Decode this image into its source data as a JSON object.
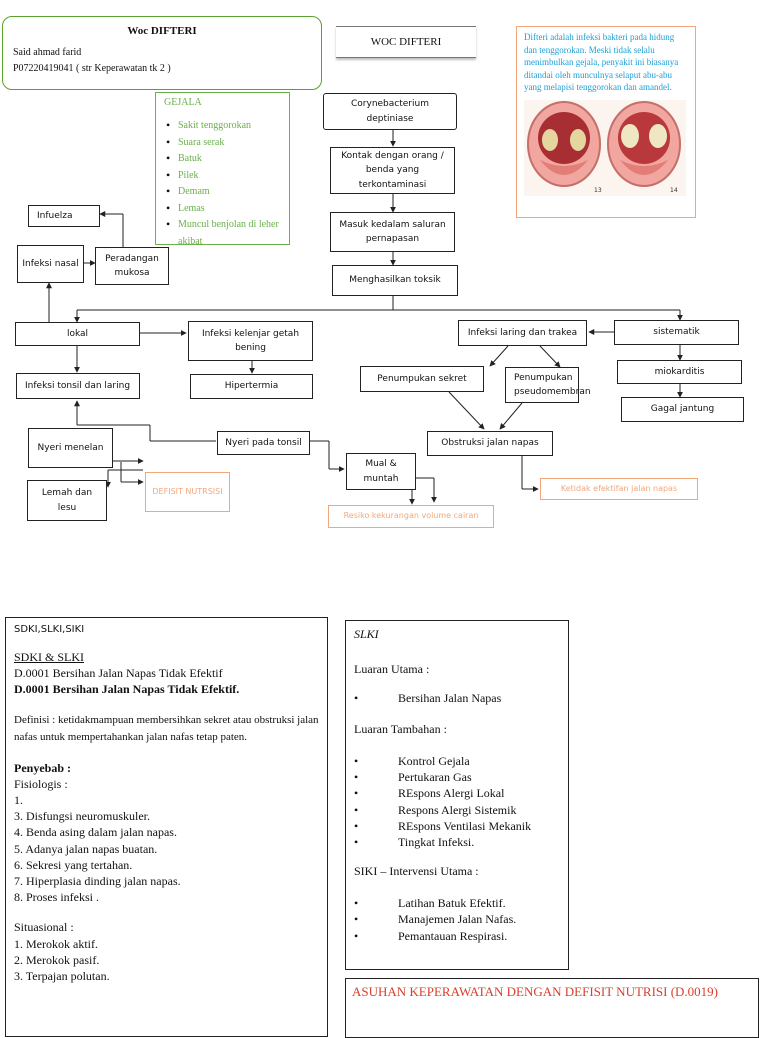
{
  "header": {
    "title": "Woc DIFTERI",
    "author": "Said ahmad farid",
    "nim": "P07220419041 ( str Keperawatan tk 2 )"
  },
  "woc_title": "WOC DIFTERI",
  "gejala": {
    "title": "GEJALA",
    "items": [
      "Sakit tenggorokan",
      "Suara serak",
      "Batuk",
      "Pilek",
      "Demam",
      "Lemas",
      "Muncul benjolan di leher akibat"
    ]
  },
  "info": {
    "text": "Difteri adalah infeksi bakteri pada hidung dan tenggorokan. Meski tidak selalu menimbulkan gejala, penyakit ini biasanya ditandai oleh munculnya selaput abu-abu yang melapisi tenggorokan dan amandel.",
    "img_label_left": "13",
    "img_label_right": "14"
  },
  "nodes": {
    "corynebacterium": "Corynebacterium deptiniase",
    "kontak": "Kontak dengan orang / benda yang terkontaminasi",
    "masuk": "Masuk kedalam saluran pernapasan",
    "toksik": "Menghasilkan toksik",
    "infuelza": "Infuelza",
    "infeksi_nasal": "Infeksi nasal",
    "peradangan": "Peradangan mukosa",
    "lokal": "lokal",
    "kelenjar": "Infeksi kelenjar getah bening",
    "laring_trakea": "Infeksi laring dan trakea",
    "sistematik": "sistematik",
    "tonsil_laring": "Infeksi tonsil dan laring",
    "hipertermia": "Hipertermia",
    "sekret": "Penumpukan sekret",
    "pseudo": "Penumpukan pseudomembran",
    "miokarditis": "miokarditis",
    "gagal": "Gagal jantung",
    "nyeri_menelan": "Nyeri menelan",
    "nyeri_tonsil": "Nyeri pada tonsil",
    "obstruksi": "Obstruksi jalan napas",
    "defisit": "DEFISIT NUTRSISI",
    "mual": "Mual & muntah",
    "lemah": "Lemah dan lesu",
    "ketidak": "Ketidak efektifan jalan napas",
    "resiko": "Resiko kekurangan volume cairan"
  },
  "sdki": {
    "header": "SDKI,SLKI,SIKI",
    "subhead": "SDKI & SLKI",
    "code1": "D.0001 Bersihan Jalan Napas Tidak Efektif",
    "code2": "D.0001 Bersihan Jalan Napas Tidak Efektif.",
    "definisi": "Definisi : ketidakmampuan membersihkan sekret atau obstruksi jalan nafas untuk mempertahankan jalan nafas tetap paten.",
    "penyebab": "Penyebab :",
    "fisiologis": "Fisiologis :",
    "fis_items": [
      "1.",
      "3. Disfungsi neuromuskuler.",
      "4. Benda asing dalam jalan napas.",
      "5. Adanya jalan napas buatan.",
      "6. Sekresi yang tertahan.",
      "7. Hiperplasia dinding jalan napas.",
      "8. Proses infeksi ."
    ],
    "situasional": "Situasional :",
    "sit_items": [
      "1. Merokok aktif.",
      "2. Merokok pasif.",
      "3. Terpajan polutan."
    ]
  },
  "slki": {
    "title": "SLKI",
    "luaran_utama": "Luaran Utama :",
    "utama_items": [
      "Bersihan Jalan Napas"
    ],
    "luaran_tambahan": "Luaran Tambahan :",
    "tambahan_items": [
      "Kontrol Gejala",
      "Pertukaran Gas",
      "REspons Alergi Lokal",
      "Respons Alergi Sistemik",
      "REspons Ventilasi Mekanik",
      "Tingkat Infeksi."
    ],
    "siki": "SIKI – Intervensi Utama :",
    "siki_items": [
      "Latihan Batuk Efektif.",
      "Manajemen Jalan Nafas.",
      "Pemantauan Respirasi."
    ]
  },
  "asuhan": {
    "title": "ASUHAN KEPERAWATAN DENGAN DEFISIT NUTRISI (D.0019)"
  },
  "colors": {
    "green": "#6ab04c",
    "orange": "#f2a77a",
    "blue": "#1a9fd8",
    "red": "#d8402b"
  }
}
